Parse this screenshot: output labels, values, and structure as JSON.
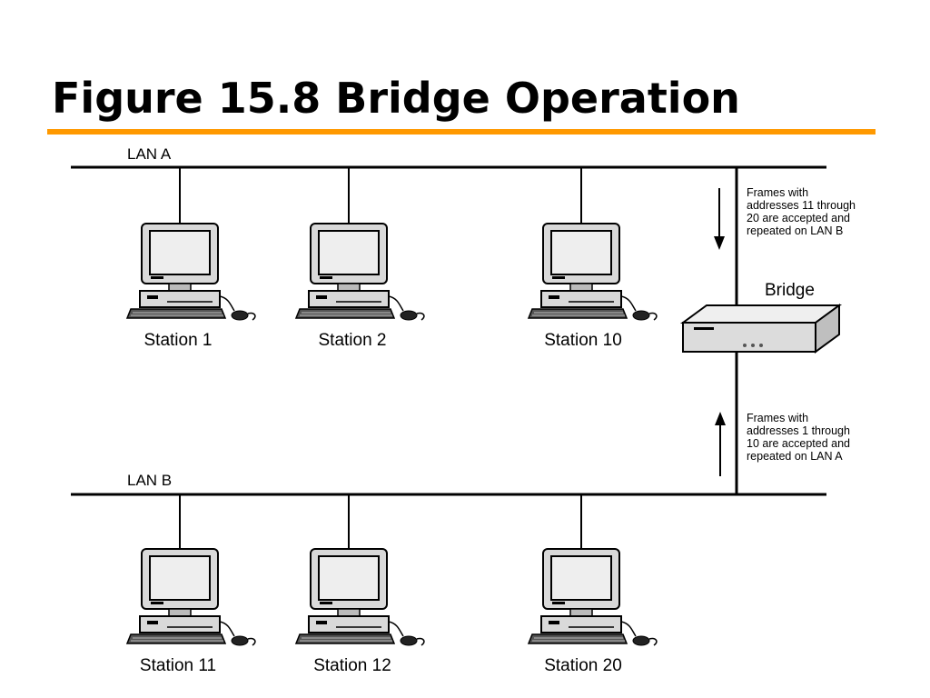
{
  "title": "Figure 15.8 Bridge Operation",
  "colors": {
    "rule": "#FF9900",
    "line": "#000000",
    "device": "#D9D9D9",
    "screen": "#EEEEEE"
  },
  "lans": {
    "a": {
      "label": "LAN A"
    },
    "b": {
      "label": "LAN B"
    }
  },
  "stations": {
    "s1": "Station 1",
    "s2": "Station 2",
    "s10": "Station 10",
    "s11": "Station 11",
    "s12": "Station 12",
    "s20": "Station 20"
  },
  "bridge": {
    "label": "Bridge",
    "note_down": [
      "Frames with",
      "addresses 11 through",
      "20 are accepted and",
      "repeated on LAN B"
    ],
    "note_up": [
      "Frames with",
      "addresses 1 through",
      "10 are accepted and",
      "repeated on LAN A"
    ]
  }
}
